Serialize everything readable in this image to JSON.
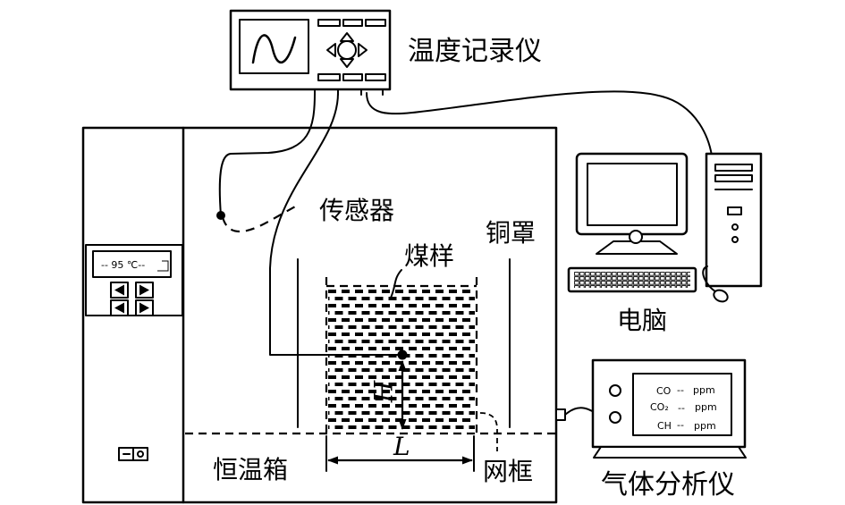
{
  "temperature_recorder": {
    "label": "温度记录仪"
  },
  "sensor": {
    "label": "传感器"
  },
  "coal_sample": {
    "label": "煤样",
    "height_label": "H",
    "length_label": "L"
  },
  "copper_shield": {
    "label": "铜罩"
  },
  "oven": {
    "label": "恒温箱",
    "controller_display": "-- 95 ℃--"
  },
  "mesh_frame": {
    "label": "网框"
  },
  "computer": {
    "label": "电脑"
  },
  "gas_analyzer": {
    "label": "气体分析仪",
    "readings": [
      {
        "gas": "CO",
        "value": "--",
        "unit": "ppm"
      },
      {
        "gas": "CO₂",
        "value": "--",
        "unit": "ppm"
      },
      {
        "gas": "CH",
        "value": "--",
        "unit": "ppm"
      }
    ]
  }
}
